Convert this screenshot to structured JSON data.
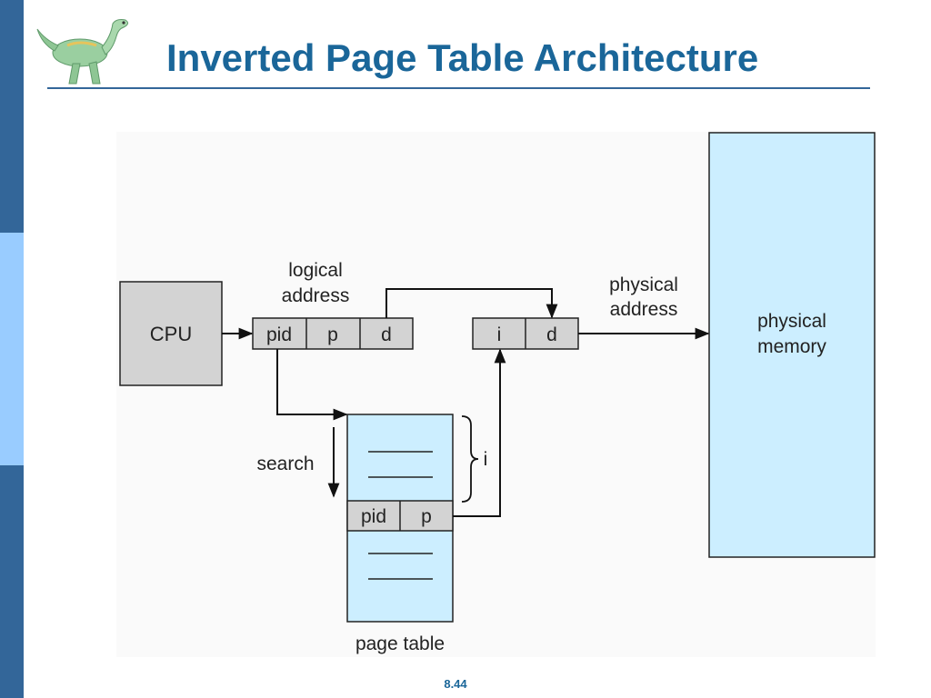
{
  "slide": {
    "title": "Inverted Page Table Architecture",
    "page_number": "8.44"
  },
  "diagram": {
    "cpu_label": "CPU",
    "logical_address_label": [
      "logical",
      "address"
    ],
    "logical_address_fields": [
      "pid",
      "p",
      "d"
    ],
    "physical_address_label": [
      "physical",
      "address"
    ],
    "physical_address_fields": [
      "i",
      "d"
    ],
    "physical_memory_label": [
      "physical",
      "memory"
    ],
    "search_label": "search",
    "index_label": "i",
    "page_table_entry_fields": [
      "pid",
      "p"
    ],
    "page_table_label": "page table"
  },
  "colors": {
    "title": "#1a6699",
    "sidebar_dark": "#336699",
    "sidebar_light": "#99ccff",
    "page_table_fill": "#cceeff",
    "box_gray": "#d3d3d3"
  }
}
